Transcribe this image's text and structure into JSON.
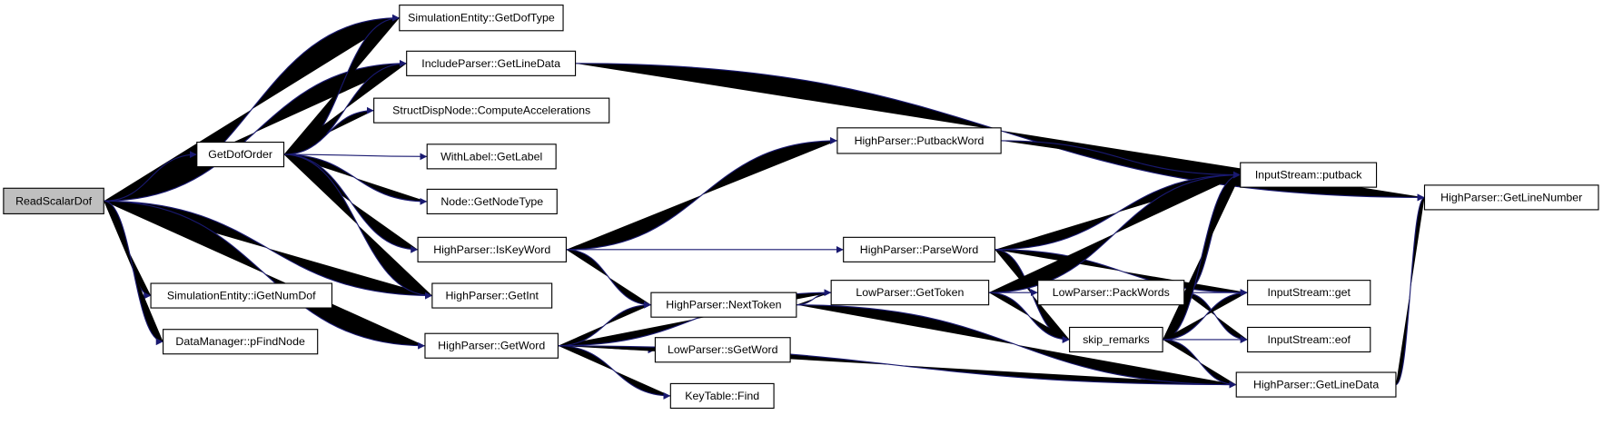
{
  "colors": {
    "edge": "#191970",
    "root_fill": "#bfbfbf",
    "node_fill": "#ffffff",
    "node_border": "#000000"
  },
  "nodes": [
    {
      "id": "readscalardof",
      "label": "ReadScalarDof",
      "root": true
    },
    {
      "id": "getdoftype",
      "label": "SimulationEntity::GetDofType"
    },
    {
      "id": "incl_getlinedata",
      "label": "IncludeParser::GetLineData"
    },
    {
      "id": "computeacc",
      "label": "StructDispNode::ComputeAccelerations"
    },
    {
      "id": "getlabel",
      "label": "WithLabel::GetLabel"
    },
    {
      "id": "getnodetype",
      "label": "Node::GetNodeType"
    },
    {
      "id": "iskeyword",
      "label": "HighParser::IsKeyWord"
    },
    {
      "id": "getint",
      "label": "HighParser::GetInt"
    },
    {
      "id": "getword",
      "label": "HighParser::GetWord"
    },
    {
      "id": "getdoforder",
      "label": "GetDofOrder"
    },
    {
      "id": "igetnumdof",
      "label": "SimulationEntity::iGetNumDof"
    },
    {
      "id": "pfindnode",
      "label": "DataManager::pFindNode"
    },
    {
      "id": "putbackword",
      "label": "HighParser::PutbackWord"
    },
    {
      "id": "parseword",
      "label": "HighParser::ParseWord"
    },
    {
      "id": "nexttoken",
      "label": "HighParser::NextToken"
    },
    {
      "id": "sgetword",
      "label": "LowParser::sGetWord"
    },
    {
      "id": "find",
      "label": "KeyTable::Find"
    },
    {
      "id": "gettoken",
      "label": "LowParser::GetToken"
    },
    {
      "id": "packwords",
      "label": "LowParser::PackWords"
    },
    {
      "id": "skipremarks",
      "label": "skip_remarks"
    },
    {
      "id": "putback",
      "label": "InputStream::putback"
    },
    {
      "id": "get",
      "label": "InputStream::get"
    },
    {
      "id": "eof",
      "label": "InputStream::eof"
    },
    {
      "id": "hp_getlinedata",
      "label": "HighParser::GetLineData"
    },
    {
      "id": "getlinenumber",
      "label": "HighParser::GetLineNumber"
    }
  ],
  "edges": [
    [
      "readscalardof",
      "getdoftype"
    ],
    [
      "readscalardof",
      "incl_getlinedata"
    ],
    [
      "readscalardof",
      "getdoforder"
    ],
    [
      "readscalardof",
      "getint"
    ],
    [
      "readscalardof",
      "getword"
    ],
    [
      "readscalardof",
      "igetnumdof"
    ],
    [
      "readscalardof",
      "pfindnode"
    ],
    [
      "getdoforder",
      "getdoftype"
    ],
    [
      "getdoforder",
      "incl_getlinedata"
    ],
    [
      "getdoforder",
      "computeacc"
    ],
    [
      "getdoforder",
      "getlabel"
    ],
    [
      "getdoforder",
      "getnodetype"
    ],
    [
      "getdoforder",
      "iskeyword"
    ],
    [
      "getdoforder",
      "getint"
    ],
    [
      "incl_getlinedata",
      "getlinenumber"
    ],
    [
      "iskeyword",
      "putbackword"
    ],
    [
      "iskeyword",
      "parseword"
    ],
    [
      "iskeyword",
      "nexttoken"
    ],
    [
      "getword",
      "gettoken"
    ],
    [
      "getword",
      "nexttoken"
    ],
    [
      "getword",
      "sgetword"
    ],
    [
      "getword",
      "find"
    ],
    [
      "getword",
      "hp_getlinedata"
    ],
    [
      "putbackword",
      "putback"
    ],
    [
      "parseword",
      "putback"
    ],
    [
      "parseword",
      "get"
    ],
    [
      "parseword",
      "skipremarks"
    ],
    [
      "nexttoken",
      "gettoken"
    ],
    [
      "nexttoken",
      "hp_getlinedata"
    ],
    [
      "gettoken",
      "putback"
    ],
    [
      "gettoken",
      "packwords"
    ],
    [
      "gettoken",
      "skipremarks"
    ],
    [
      "packwords",
      "putback"
    ],
    [
      "packwords",
      "get"
    ],
    [
      "packwords",
      "eof"
    ],
    [
      "skipremarks",
      "putback"
    ],
    [
      "skipremarks",
      "get"
    ],
    [
      "skipremarks",
      "eof"
    ],
    [
      "skipremarks",
      "hp_getlinedata"
    ],
    [
      "hp_getlinedata",
      "getlinenumber"
    ]
  ]
}
